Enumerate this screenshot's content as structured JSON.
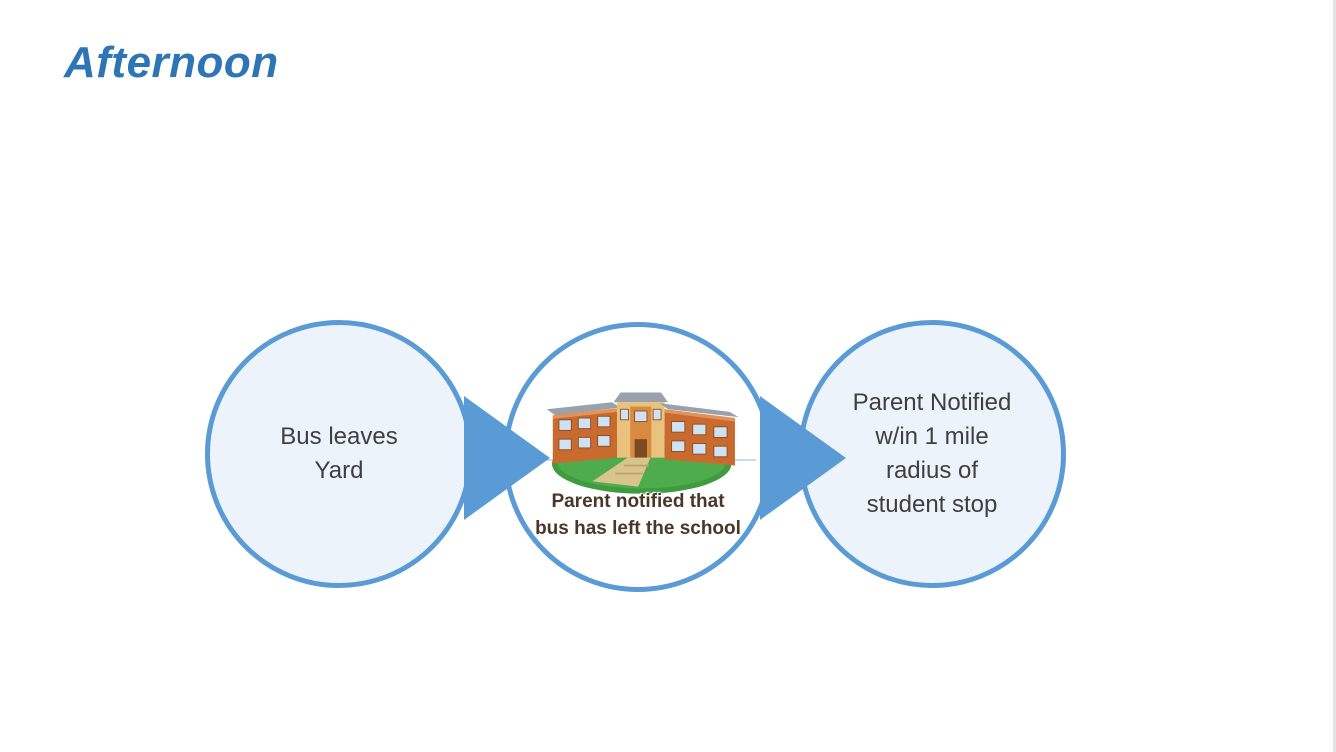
{
  "slide": {
    "title": "Afternoon"
  },
  "diagram": {
    "type": "process-flow",
    "steps": [
      {
        "label": "Bus leaves Yard"
      },
      {
        "label": "Parent notified that bus has left the school",
        "icon": "school-building-icon"
      },
      {
        "label": "Parent Notified w/in 1 mile radius of student stop"
      }
    ],
    "connectors": [
      {
        "icon": "arrow-right-icon"
      },
      {
        "icon": "arrow-right-icon"
      }
    ]
  },
  "colors": {
    "title_text": "#2E75B6",
    "circle_border": "#5B9BD5",
    "circle_fill_light": "#EDF3FB",
    "circle_fill_center": "#FFFFFF",
    "arrow_fill": "#5B9BD5",
    "step_text": "#3F3F3F",
    "caption_text": "#4A3728"
  }
}
